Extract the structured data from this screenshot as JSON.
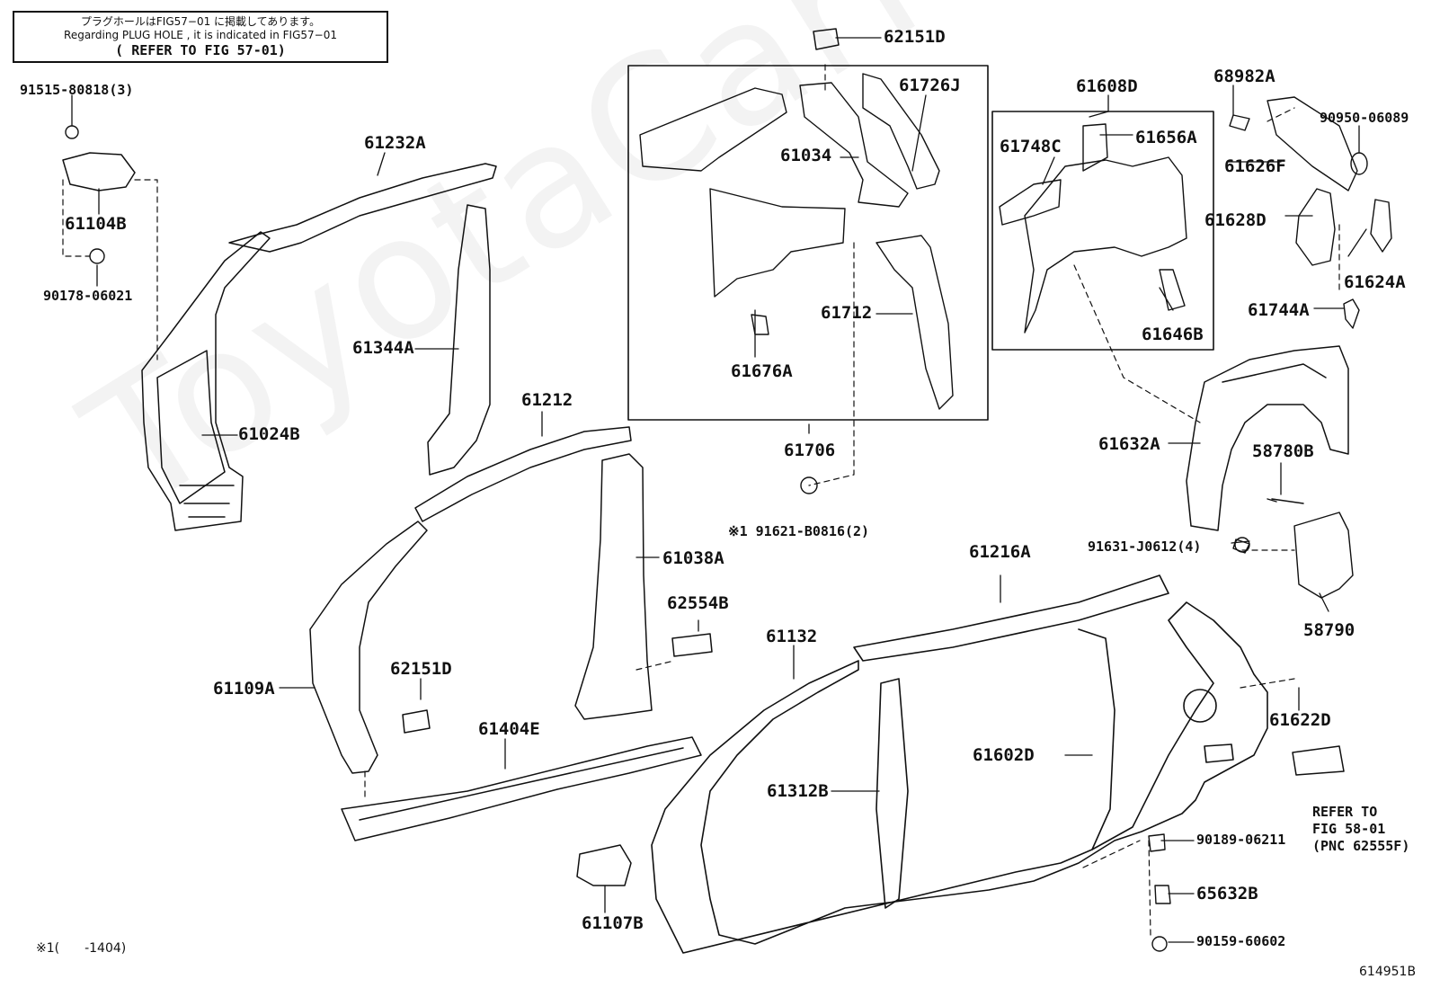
{
  "notice": {
    "line_jp": "プラグホールはFIG57−01 に掲載してあります。",
    "line_en": "Regarding PLUG HOLE , it is indicated in FIG57−01",
    "line_ref": "( REFER TO FIG 57-01)"
  },
  "watermark": "ToyotaCarMaster",
  "parts": {
    "p91515": "91515-80818(3)",
    "p61104B": "61104B",
    "p90178": "90178-06021",
    "p61232A": "61232A",
    "p61344A": "61344A",
    "p61024B": "61024B",
    "p62151D_top": "62151D",
    "p61726J": "61726J",
    "p61034": "61034",
    "p61712": "61712",
    "p61676A": "61676A",
    "p61706": "61706",
    "p91621": "※1 91621-B0816(2)",
    "p61608D": "61608D",
    "p61748C": "61748C",
    "p61656A": "61656A",
    "p61646B": "61646B",
    "p68982A": "68982A",
    "p90950": "90950-06089",
    "p61626F": "61626F",
    "p61628D": "61628D",
    "p61624A": "61624A",
    "p61744A": "61744A",
    "p61632A": "61632A",
    "p58780B": "58780B",
    "p91631": "91631-J0612(4)",
    "p58790": "58790",
    "p61212": "61212",
    "p61038A": "61038A",
    "p62554B": "62554B",
    "p61109A": "61109A",
    "p62151D_mid": "62151D",
    "p61404E": "61404E",
    "p61107B": "61107B",
    "p61132": "61132",
    "p61312B": "61312B",
    "p61216A": "61216A",
    "p61602D": "61602D",
    "p61622D": "61622D",
    "p90189": "90189-06211",
    "p65632B": "65632B",
    "p90159": "90159-60602"
  },
  "refer_58": {
    "line1": "REFER TO",
    "line2": "FIG 58-01",
    "line3": "(PNC 62555F)"
  },
  "footnote": "※1(　　-1404)",
  "diagram_id": "614951B"
}
